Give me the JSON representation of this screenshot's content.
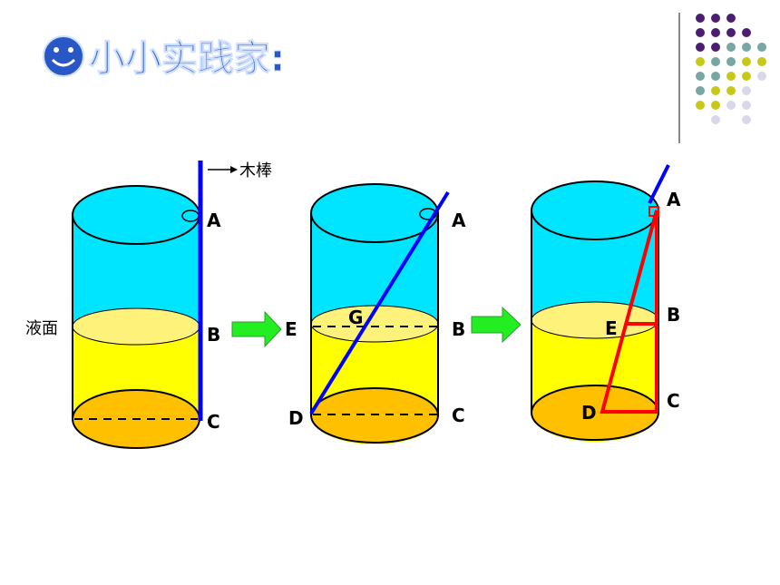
{
  "title": "小小实践家:",
  "stick_label": "木棒",
  "liquid_label": "液面",
  "colors": {
    "water_top": "#00e5ff",
    "liquid": "#ffff00",
    "surface": "#fff27a",
    "bottom": "#ffc000",
    "stick": "#0000ff",
    "triangle": "#ff0000",
    "arrow": "#22ee22",
    "title": "#2a57c6"
  },
  "fig1": {
    "a": "A",
    "b": "B",
    "c": "C"
  },
  "fig2": {
    "a": "A",
    "b": "B",
    "c": "C",
    "d": "D",
    "e": "E",
    "g": "G"
  },
  "fig3": {
    "a": "A",
    "b": "B",
    "c": "C",
    "d": "D",
    "e": "E"
  }
}
